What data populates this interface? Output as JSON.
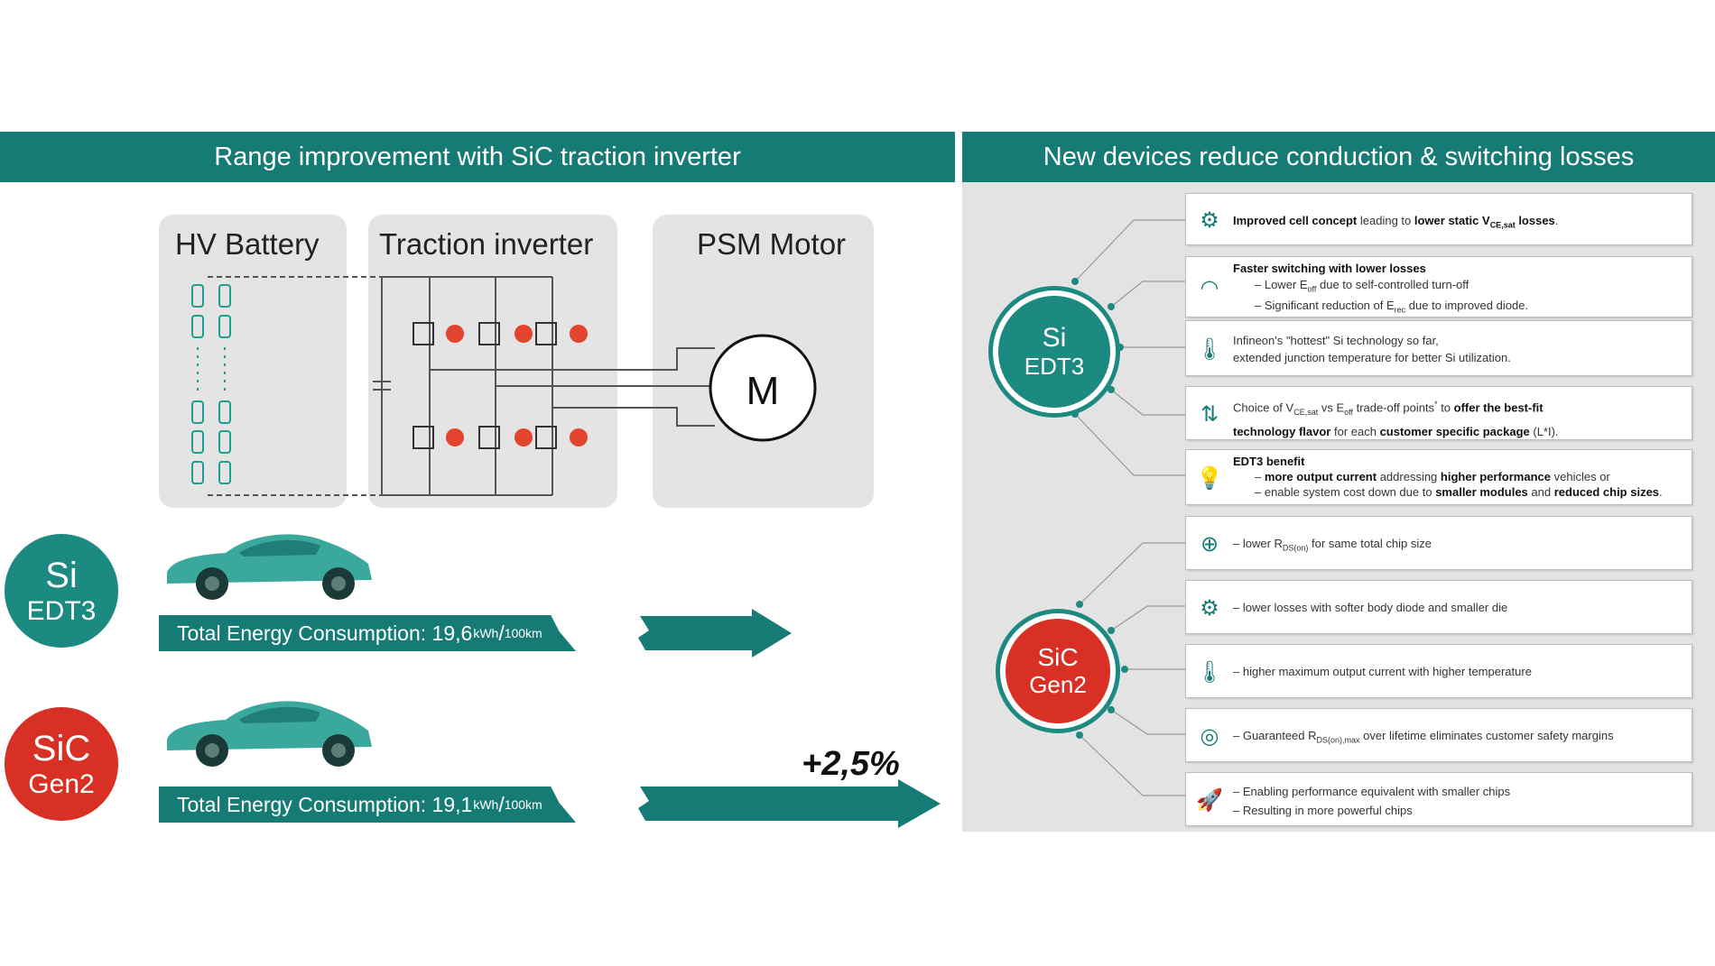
{
  "headers": {
    "left": "Range improvement with SiC traction inverter",
    "right": "New devices reduce conduction & switching losses"
  },
  "blocks": {
    "battery": "HV Battery",
    "inverter": "Traction inverter",
    "motor": "PSM Motor",
    "motor_symbol": "M"
  },
  "circles": {
    "si": {
      "line1": "Si",
      "line2": "EDT3"
    },
    "sic": {
      "line1": "SiC",
      "line2": "Gen2"
    }
  },
  "consumption": {
    "si": {
      "text": "Total Energy Consumption: 19,6",
      "unit_top": "kWh",
      "unit_bottom": "100km"
    },
    "sic": {
      "text": "Total Energy Consumption: 19,1",
      "unit_top": "kWh",
      "unit_bottom": "100km"
    }
  },
  "improvement": "+2,5%",
  "si_features": [
    {
      "icon": "cell-concept-icon",
      "html": "<b>Improved cell concept</b> leading to <b>lower static V<span class='sub'>CE,sat</span> losses</b>."
    },
    {
      "icon": "gauge-icon",
      "html": "<b>Faster switching with lower losses</b><span class='ind'>– Lower E<span class='sub'>off</span> due to self-controlled turn-off</span><span class='ind'>– Significant reduction of E<span class='sub'>rec</span> due to improved diode.</span>"
    },
    {
      "icon": "thermometer-icon",
      "html": "Infineon's \"hottest\" Si technology so far,<br>extended junction temperature for better Si utilization."
    },
    {
      "icon": "tradeoff-arrows-icon",
      "html": "Choice of V<span class='sub'>CE,sat</span> vs E<span class='sub'>off</span> trade-off points<span class='sup'>*</span> to <b>offer the best-fit</b><br><b>technology flavor</b> for each <b>customer specific package</b> (L*I)."
    },
    {
      "icon": "lightbulb-icon",
      "html": "<b>EDT3 benefit</b><span class='ind'>– <b>more output current</b> addressing <b>higher performance</b> vehicles or</span><span class='ind'>– enable system cost down due to <b>smaller modules</b> and <b>reduced chip sizes</b>.</span>"
    }
  ],
  "sic_features": [
    {
      "icon": "chip-grid-icon",
      "html": "– lower R<span class='sub'>DS(on)</span> for same total chip size"
    },
    {
      "icon": "cell-concept-icon",
      "html": "– lower losses with softer body diode and smaller die"
    },
    {
      "icon": "thermometer-icon",
      "html": "– higher maximum output current with higher temperature"
    },
    {
      "icon": "target-icon",
      "html": "– Guaranteed R<span class='sub'>DS(on),max</span> over lifetime eliminates customer safety margins"
    },
    {
      "icon": "rocket-icon",
      "html": "– Enabling performance equivalent with smaller chips<br>– Resulting in more powerful chips"
    }
  ],
  "colors": {
    "teal": "#167b74",
    "red": "#d93025",
    "grey": "#e4e4e4"
  }
}
